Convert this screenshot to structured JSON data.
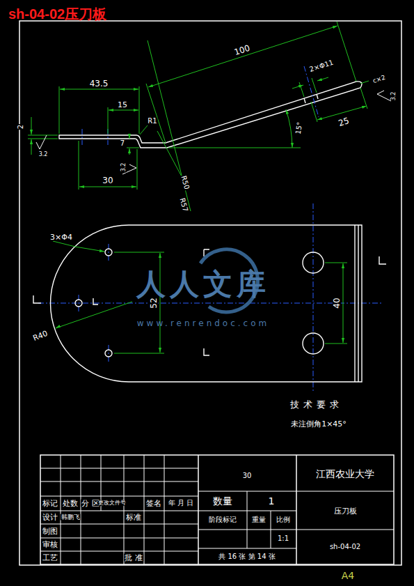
{
  "diagram": {
    "title": "sh-04-02压刀板",
    "labels": [
      "2",
      "3.2",
      "43.5",
      "15",
      "R1",
      "7",
      "3.2",
      "30",
      "100",
      "2×Φ11",
      "c×2",
      "3.2",
      "25",
      "15°",
      "R50",
      "R57",
      "3×Φ4",
      "52",
      "R40",
      "40",
      "人人文库",
      "www.renrendoc.com",
      "技术要求",
      "未注倒角1×45°",
      "30",
      "江西农业大学",
      "标记",
      "处数",
      "分 区",
      "更改文件号",
      "签名",
      "年 月 日",
      "设计",
      "韩鹏飞",
      "标准",
      "制图",
      "审核",
      "工艺",
      "批 准",
      "数量",
      "1",
      "阶段标记",
      "重量",
      "比例",
      "压刀板",
      "1:1",
      "sh-04-02",
      "共 16 张 第 14 张",
      "A4"
    ]
  }
}
